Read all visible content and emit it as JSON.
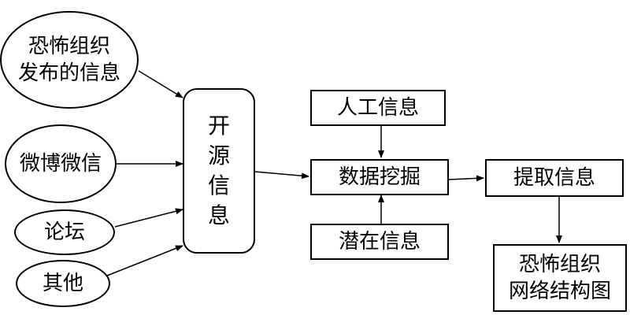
{
  "colors": {
    "stroke": "#000000",
    "fill": "#ffffff",
    "text": "#000000"
  },
  "sources": {
    "org_release": "恐怖组织\n发布的信息",
    "weibo_weixin": "微博微信",
    "forum": "论坛",
    "other": "其他"
  },
  "open_source": "开\n源\n信\n息",
  "manual_info": "人工信息",
  "data_mining": "数据挖掘",
  "latent_info": "潜在信息",
  "extract_info": "提取信息",
  "network_structure": "恐怖组织\n网络结构图"
}
